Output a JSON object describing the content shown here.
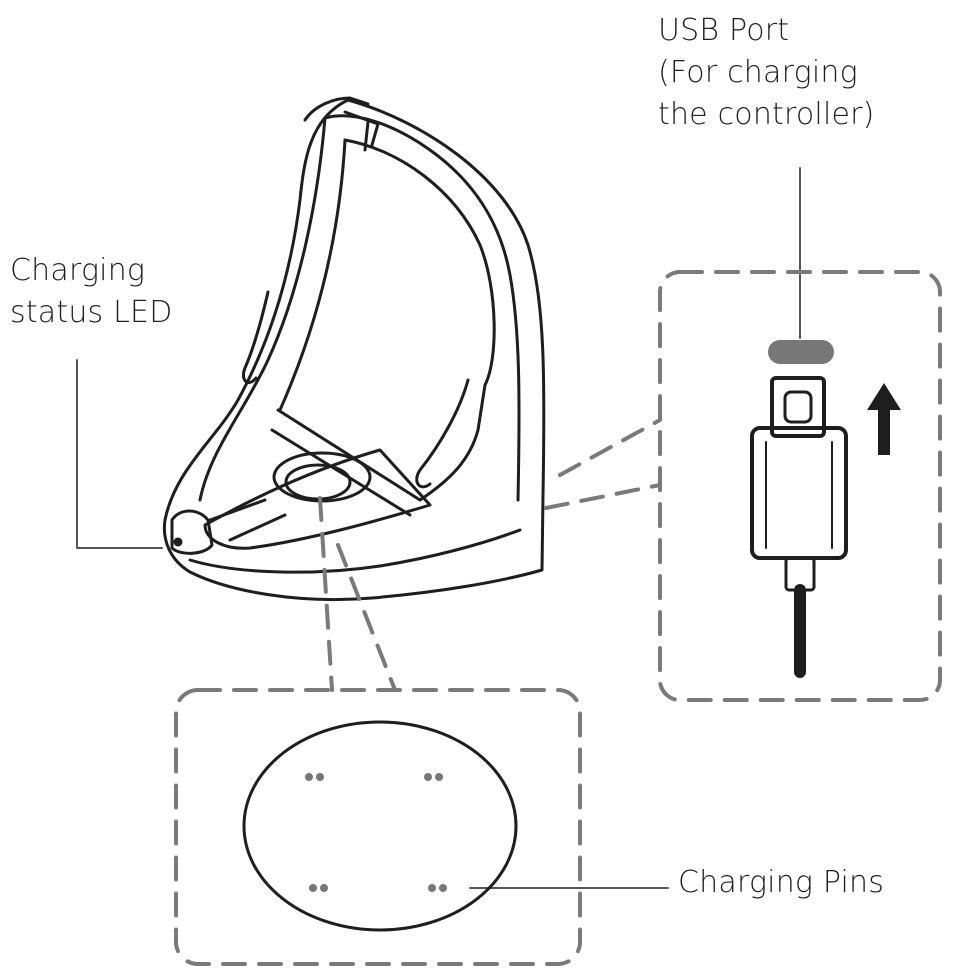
{
  "labels": {
    "usb_port": [
      "USB Port",
      "(For charging",
      "the controller)"
    ],
    "charging_status_led": [
      "Charging",
      "status LED"
    ],
    "charging_pins": "Charging Pins"
  },
  "colors": {
    "line": "#1e1e1e",
    "dashed_callout": "#7a7a7a",
    "background": "#ffffff",
    "port_fill": "#777777"
  },
  "icons": {
    "arrow": "arrow-up-icon",
    "cable": "usb-c-cable-icon"
  }
}
